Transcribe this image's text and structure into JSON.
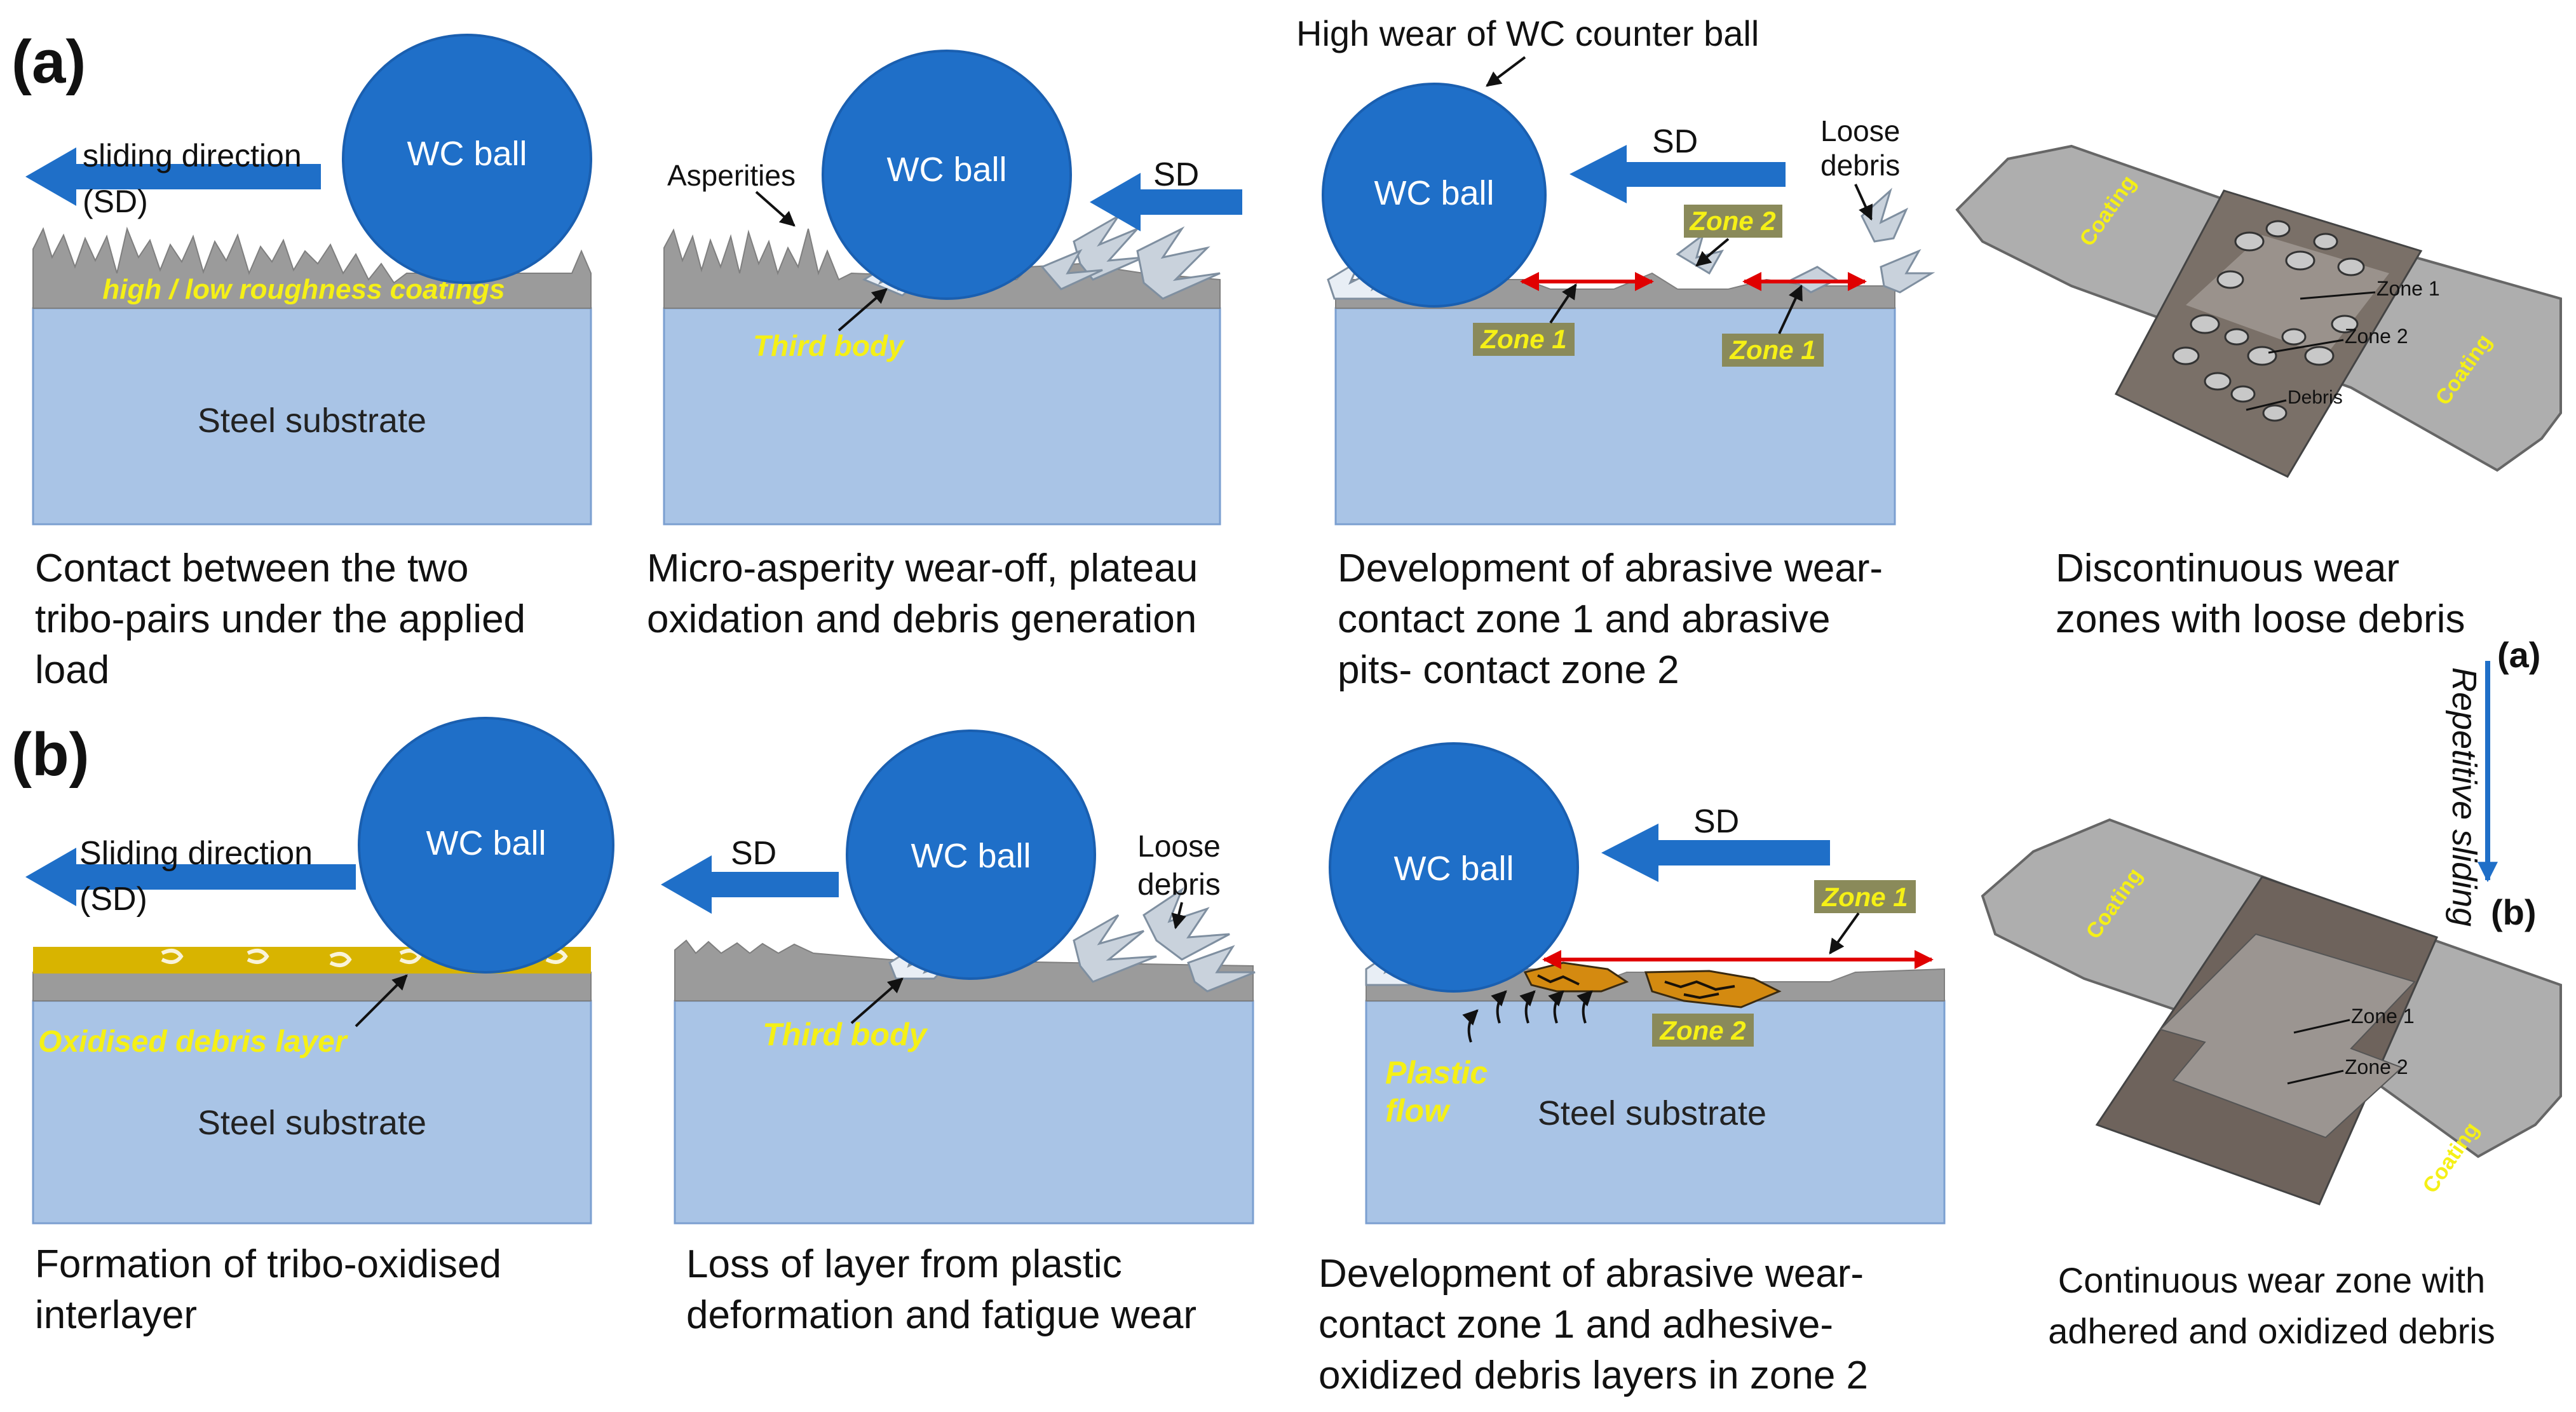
{
  "panel_labels": {
    "a": "(a)",
    "b": "(b)"
  },
  "common": {
    "ball": "WC ball",
    "substrate": "Steel substrate",
    "sd": "SD",
    "third_body": "Third body",
    "zone1": "Zone 1",
    "zone2": "Zone 2",
    "coating": "Coating",
    "debris": "Debris"
  },
  "row_a": {
    "p1": {
      "sliding_line1": "sliding direction",
      "sliding_line2": "(SD)",
      "coating_label": "high / low roughness coatings",
      "caption": [
        "Contact between the two",
        "tribo-pairs under the applied",
        "load"
      ]
    },
    "p2": {
      "asperities": "Asperities",
      "caption": [
        "Micro-asperity wear-off, plateau",
        "oxidation and debris generation"
      ]
    },
    "p3": {
      "high_wear": "High  wear of WC counter ball",
      "loose1": "Loose",
      "loose2": "debris",
      "caption": [
        "Development of abrasive wear-",
        "contact zone 1 and abrasive",
        "pits- contact zone 2"
      ]
    },
    "p4": {
      "caption": [
        "Discontinuous wear",
        "zones with loose debris"
      ]
    }
  },
  "row_b": {
    "p1": {
      "sliding_line1": "Sliding direction",
      "sliding_line2": "(SD)",
      "oxide_label": "Oxidised debris layer",
      "caption": [
        "Formation of tribo-oxidised",
        "interlayer"
      ]
    },
    "p2": {
      "loose1": "Loose",
      "loose2": "debris",
      "caption": [
        "Loss of layer from plastic",
        "deformation and fatigue wear"
      ]
    },
    "p3": {
      "plastic1": "Plastic",
      "plastic2": "flow",
      "caption": [
        "Development of abrasive wear-",
        "contact zone 1 and adhesive-",
        "oxidized debris layers in zone 2"
      ]
    },
    "p4": {
      "caption": [
        "Continuous wear zone with",
        "adhered and oxidized debris"
      ]
    }
  },
  "transition": {
    "label": "Repetitive sliding",
    "from": "(a)",
    "to": "(b)"
  },
  "colors": {
    "ball": "#1f6fc8",
    "ball_edge": "#1a5fb0",
    "arrow": "#1f6fc8",
    "substrate": "#a9c4e6",
    "substrate_edge": "#7b9fd0",
    "coating": "#9b9b9b",
    "highlight_text": "#f5f016",
    "zone_box": "#8a8a5a",
    "oxide": "#d8b400",
    "zone_line": "#e00000",
    "debris": "#7f8fa0",
    "block_light": "#aeaeae",
    "block_dark": "#6e635c"
  }
}
